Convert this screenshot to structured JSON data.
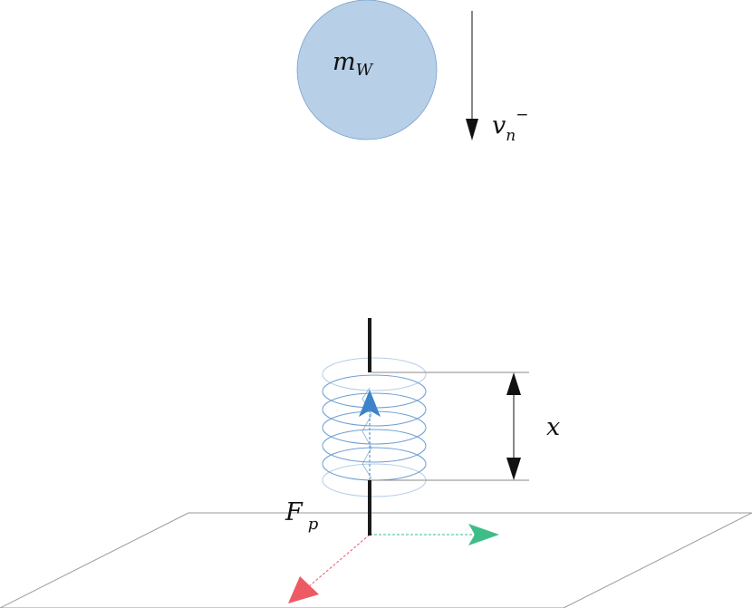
{
  "diagram": {
    "mass": {
      "symbol": "m",
      "subscript": "W",
      "fill": "#b8cfe8",
      "stroke": "#7aa0cc"
    },
    "velocity": {
      "symbol": "v",
      "subscript": "n",
      "superscript": "−"
    },
    "compression": {
      "symbol": "x"
    },
    "force": {
      "symbol": "F",
      "subscript": "p"
    },
    "colors": {
      "spring": "#6f9fd4",
      "rod": "#1a1a1a",
      "plane": "#9a9a9a",
      "axis_up": "#3c83c9",
      "axis_right": "#3dbd87",
      "axis_front": "#ee5a64",
      "dimension": "#111111"
    }
  }
}
